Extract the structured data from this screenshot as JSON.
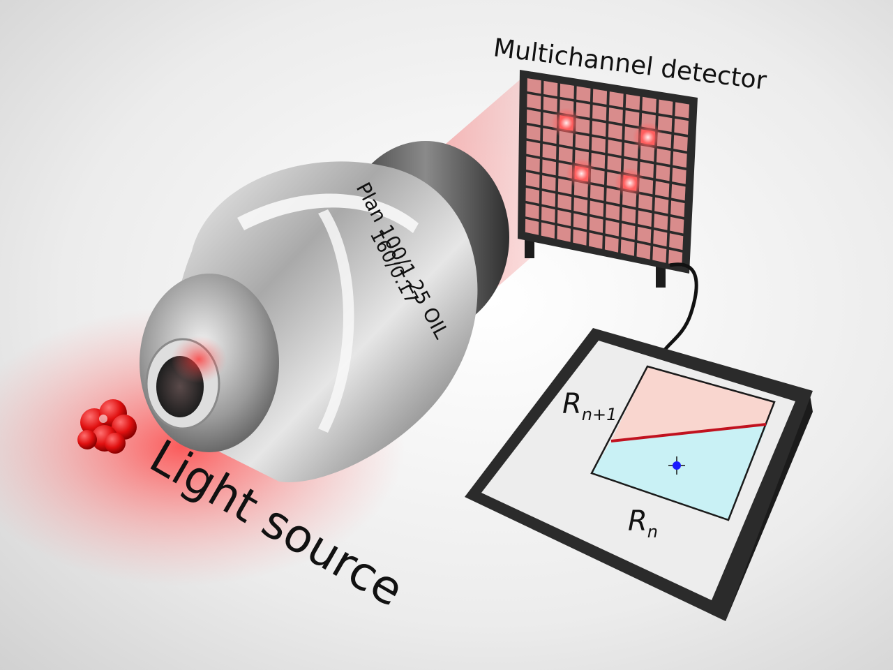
{
  "labels": {
    "detector": "Multichannel detector",
    "light_source": "Light source",
    "objective_line1": "Plan 100/1.25 OIL",
    "objective_line2": "160/0.17",
    "axis_y_main": "R",
    "axis_y_sub": "n+1",
    "axis_x_main": "R",
    "axis_x_sub": "n"
  },
  "detector": {
    "rows": 10,
    "cols": 10,
    "lit_pixels": [
      [
        3,
        3
      ],
      [
        3,
        8
      ],
      [
        6,
        4
      ],
      [
        6,
        7
      ]
    ],
    "pixel_color": "#d98c8c",
    "lit_color": "#ff5a5a",
    "frame_color": "#2a2a2a"
  },
  "plot": {
    "upper_region_color": "#f9d6cf",
    "lower_region_color": "#c9f1f5",
    "boundary_color": "#c1121f",
    "marker_color": "#1a1aff"
  },
  "colors": {
    "beam": "#f4a0a0",
    "droplet": "#e01010",
    "glow": "#ff2a2a"
  }
}
